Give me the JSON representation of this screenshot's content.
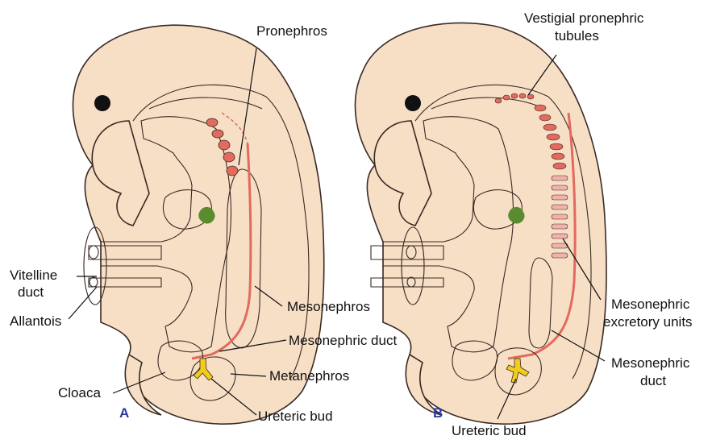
{
  "panels": {
    "a": {
      "letter": "A",
      "labels": {
        "pronephros": "Pronephros",
        "vitelline_line1": "Vitelline",
        "vitelline_line2": "duct",
        "allantois": "Allantois",
        "mesonephros": "Mesonephros",
        "mesonephric_duct": "Mesonephric duct",
        "cloaca": "Cloaca",
        "metanephros": "Metanephros",
        "ureteric_bud": "Ureteric bud"
      }
    },
    "b": {
      "letter": "B",
      "labels": {
        "vestigial_line1": "Vestigial pronephric",
        "vestigial_line2": "tubules",
        "excretory_line1": "Mesonephric",
        "excretory_line2": "excretory units",
        "duct_line1": "Mesonephric",
        "duct_line2": "duct",
        "ureteric_bud": "Ureteric bud"
      }
    }
  },
  "colors": {
    "embryo_skin": "#f7dfc6",
    "endoderm": "#fbf3b4",
    "mesonephros": "#f2b1ac",
    "pronephros": "#e26a5e",
    "metanephros": "#f0a4a4",
    "heart": "#8b4a3c",
    "liver_bud": "#5a8b2e",
    "ureteric_bud": "#f2cc1a",
    "panel_letter": "#2a3a9a"
  }
}
